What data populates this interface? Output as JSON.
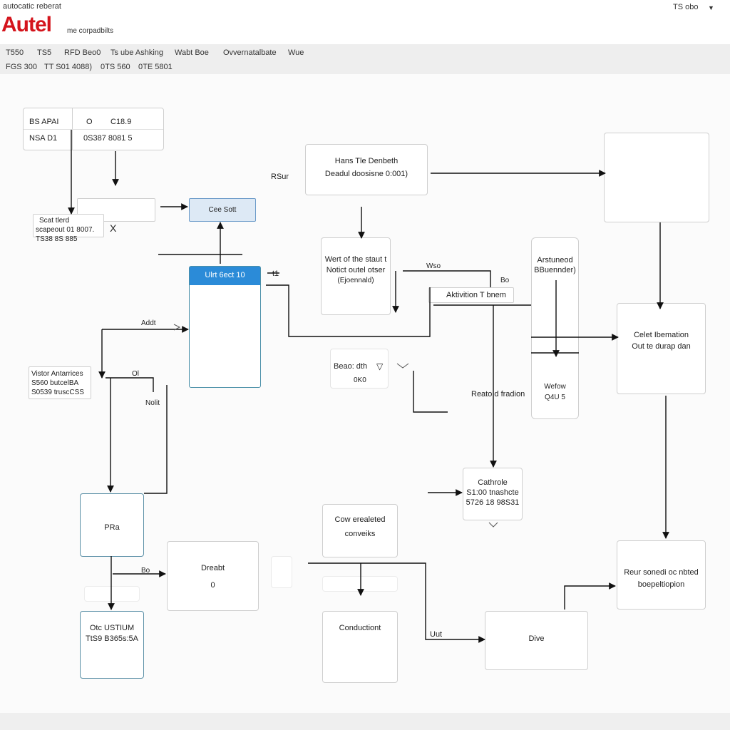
{
  "header": {
    "tagline": "autocatic reberat",
    "logo": "Autel",
    "logo_sub": "me corpadbilts",
    "model": "TS obo"
  },
  "tabs": [
    "T550",
    "TS5",
    "RFD Beo0",
    "Ts ube Ashking",
    "Wabt Boe",
    "Ovvernatalbate",
    "Wue"
  ],
  "subtabs": [
    "FGS 300",
    "TT S01 4088)",
    "0TS 560",
    "0TE 5801"
  ],
  "diagram": {
    "table": {
      "r1c1": "BS APAI",
      "r1c2": "O",
      "r1c3": "C18.9",
      "r2c1": "NSA D1",
      "r2c2": "0S387 8081 5"
    },
    "scan_label": [
      "Scat tlerd",
      "scapeout 01 8007.",
      "TS38 8S 885"
    ],
    "scan_x": "X",
    "cee": "Cee Sott",
    "ui_box": "Ulrt 6ect 10",
    "ui_side": "t1",
    "mode": [
      "Hans Tle Denbeth",
      "Deadul doosisne 0:001)"
    ],
    "rsur": "RSur",
    "wert": [
      "Wert of the staut t",
      "Notict outel otser",
      "(Ejoennald)"
    ],
    "wso": "Wso",
    "bo": "Bo",
    "aktivition": "Aktivition T bnem",
    "ag": [
      "Arstuneod",
      "BBuennder)"
    ],
    "wefow": [
      "Wefow",
      "Q4U 5"
    ],
    "celet": [
      "Celet Ibemation",
      "Out te durap dan"
    ],
    "addt": "Addt",
    "vistor": [
      "Vistor Antarrices",
      "S560 butcelBA",
      "S0539 truscCSS"
    ],
    "ol": "Ol",
    "nokt": "Nolit",
    "beao": [
      "Beao: dth",
      "0K0"
    ],
    "reato": "Reato d fradion",
    "cathode": [
      "Cathrole",
      "S1:00 tnashcte",
      "5726 18 98S31"
    ],
    "pra": "PRa",
    "bo2": "Bo",
    "dreabt": [
      "Dreabt",
      "0"
    ],
    "cow": [
      "Cow erealeted",
      "conveiks"
    ],
    "ots": [
      "Otc USTIUM",
      "TtS9 B365s:5A"
    ],
    "conducted": "Conductiont",
    "uut": "Uut",
    "dive": "Dive",
    "reur": [
      "Reur sonedi oc nbted",
      "boepeltiopion"
    ]
  }
}
